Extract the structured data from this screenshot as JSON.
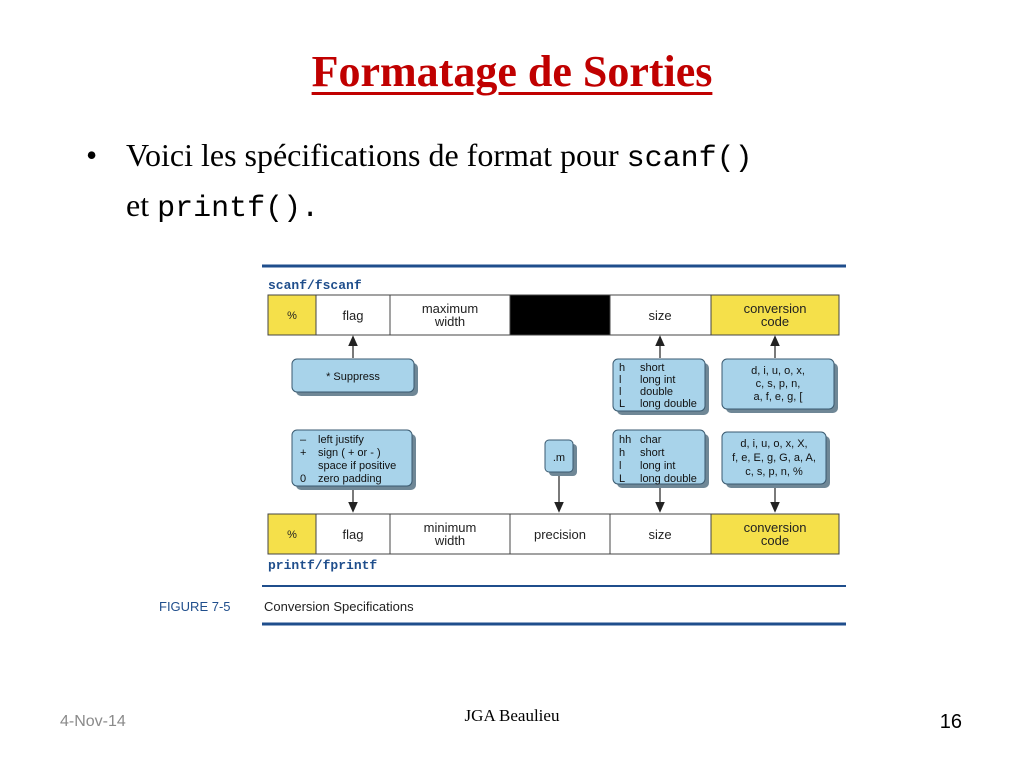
{
  "slide": {
    "title": "Formatage de Sorties",
    "bullet_symbol": "•",
    "bullet_text_1": "Voici les spécifications de format pour ",
    "bullet_code_1": "scanf()",
    "bullet_text_2": "et ",
    "bullet_code_2": "printf().",
    "footer_date": "4-Nov-14",
    "footer_author": "JGA Beaulieu",
    "page_number": "16"
  },
  "figure": {
    "top_label": "scanf/fscanf",
    "bottom_label": "printf/fprintf",
    "caption_number": "FIGURE 7-5",
    "caption_text": "Conversion Specifications",
    "colors": {
      "field_yellow": "#f5e04a",
      "callout_blue": "#a8d3ea",
      "rule_blue": "#1f4e8c",
      "label_blue": "#1f4e8c",
      "filled_black": "#000000"
    },
    "scanf_fields": [
      {
        "line1": "%",
        "line2": ""
      },
      {
        "line1": "flag",
        "line2": ""
      },
      {
        "line1": "maximum",
        "line2": "width"
      },
      {
        "line1": "",
        "line2": ""
      },
      {
        "line1": "size",
        "line2": ""
      },
      {
        "line1": "conversion",
        "line2": "code"
      }
    ],
    "printf_fields": [
      {
        "line1": "%",
        "line2": ""
      },
      {
        "line1": "flag",
        "line2": ""
      },
      {
        "line1": "minimum",
        "line2": "width"
      },
      {
        "line1": "precision",
        "line2": ""
      },
      {
        "line1": "size",
        "line2": ""
      },
      {
        "line1": "conversion",
        "line2": "code"
      }
    ],
    "scanf_suppress": "* Suppress",
    "scanf_size_rows": [
      {
        "code": "h",
        "desc": "short"
      },
      {
        "code": "l",
        "desc": "long  int"
      },
      {
        "code": "l",
        "desc": "double"
      },
      {
        "code": "L",
        "desc": "long double"
      }
    ],
    "scanf_conv_lines": [
      "d, i, u, o, x,",
      "c, s, p, n,",
      "a, f, e, g, ["
    ],
    "printf_flag_rows": [
      {
        "code": "–",
        "desc": "left justify"
      },
      {
        "code": "+",
        "desc": "sign ( + or - )"
      },
      {
        "code": "",
        "desc": "space if positive"
      },
      {
        "code": "0",
        "desc": "zero padding"
      }
    ],
    "printf_precision": ".m",
    "printf_size_rows": [
      {
        "code": "hh",
        "desc": "char"
      },
      {
        "code": "h",
        "desc": "short"
      },
      {
        "code": "l",
        "desc": "long  int"
      },
      {
        "code": "L",
        "desc": "long double"
      }
    ],
    "printf_conv_lines": [
      "d, i, u, o, x, X,",
      "f, e, E, g, G, a, A,",
      "c, s, p, n, %"
    ]
  }
}
